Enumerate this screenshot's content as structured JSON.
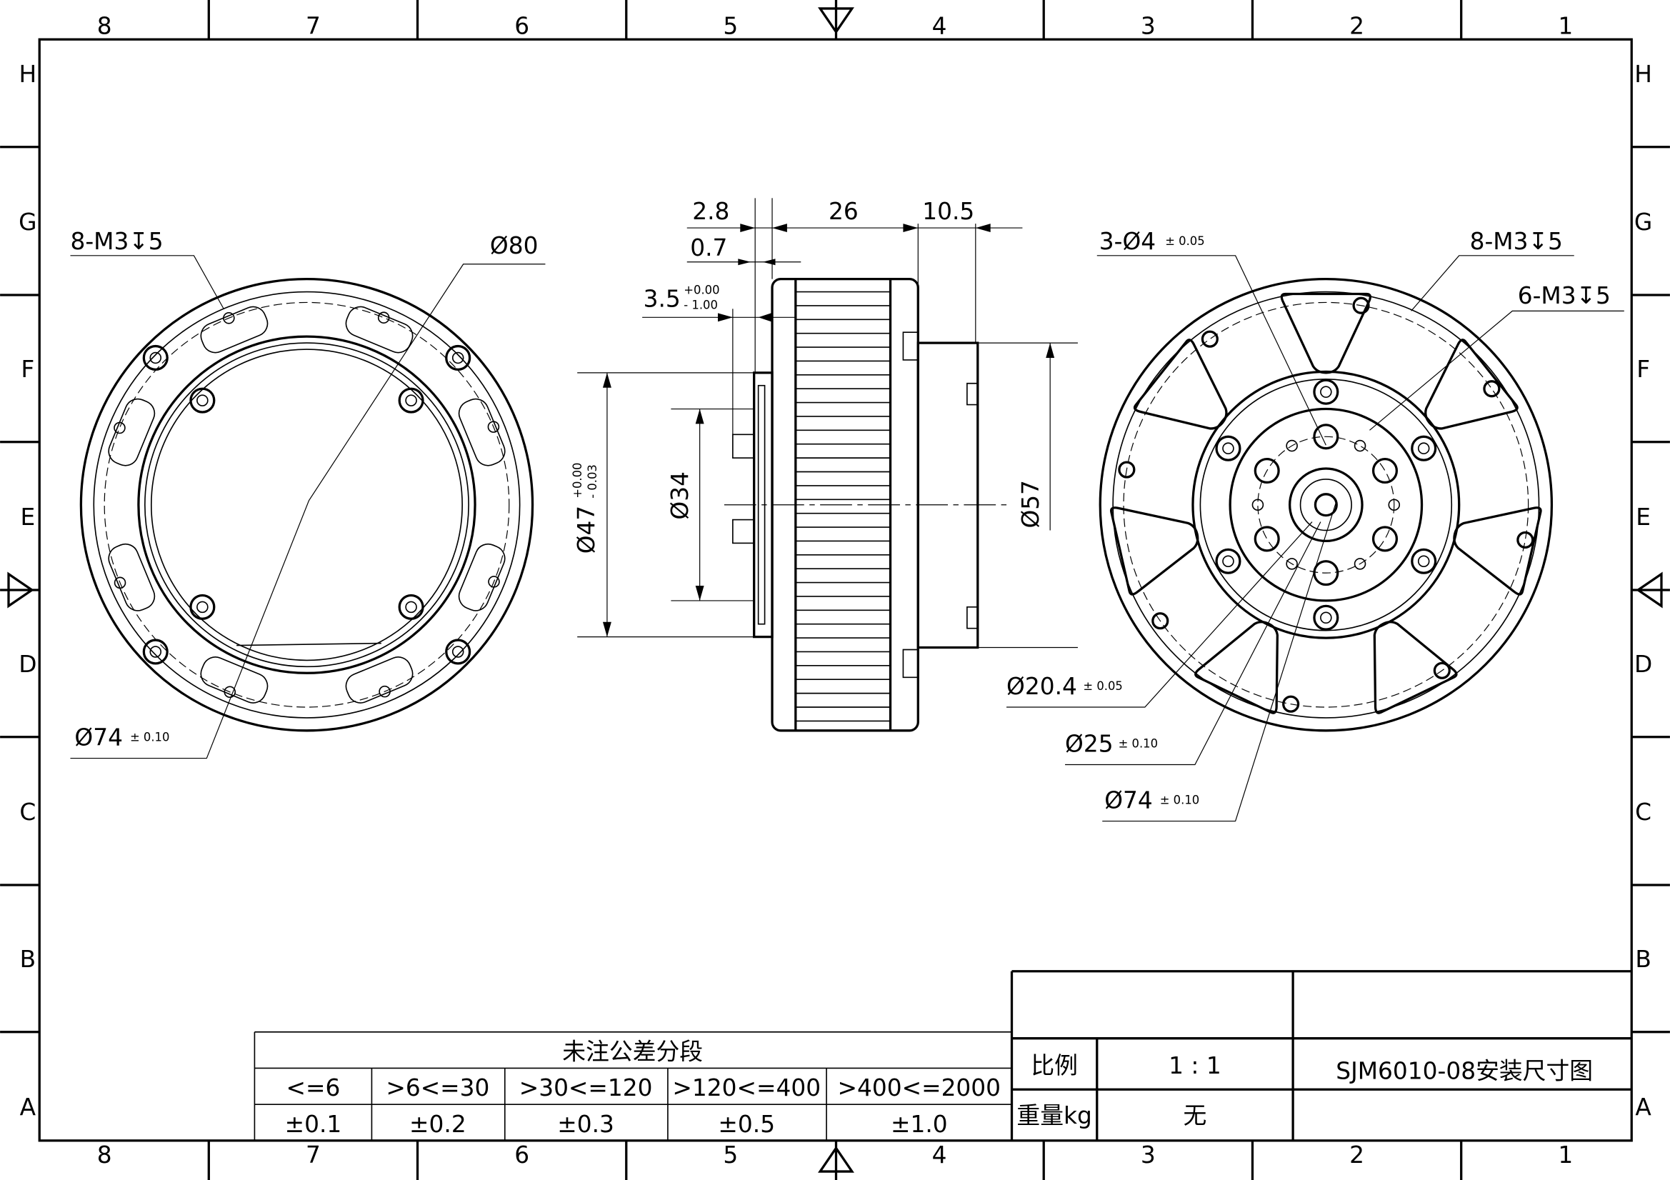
{
  "frame": {
    "zones_columns": [
      "8",
      "7",
      "6",
      "5",
      "4",
      "3",
      "2",
      "1"
    ],
    "zones_rows": [
      "H",
      "G",
      "F",
      "E",
      "D",
      "C",
      "B",
      "A"
    ]
  },
  "left_view": {
    "thread_label": "8-M3↧5",
    "outer_dia": "Ø80",
    "bolt_circle": "Ø74",
    "bolt_circle_tol": "± 0.10"
  },
  "side_view": {
    "dim_2_8": "2.8",
    "dim_0_7": "0.7",
    "dim_3_5": "3.5",
    "dim_3_5_upper": "+0.00",
    "dim_3_5_lower": "- 1.00",
    "dim_26": "26",
    "dim_10_5": "10.5",
    "dim_47": "Ø47",
    "dim_47_upper": "+0.00",
    "dim_47_lower": "- 0.03",
    "dim_34": "Ø34",
    "dim_57": "Ø57"
  },
  "right_view": {
    "holes_label": "3-Ø4",
    "holes_tol": "± 0.05",
    "thread_label_1": "8-M3↧5",
    "thread_label_2": "6-M3↧5",
    "dia_20_4": "Ø20.4",
    "dia_20_4_tol": "± 0.05",
    "dia_25": "Ø25",
    "dia_25_tol": "± 0.10",
    "dia_74": "Ø74",
    "dia_74_tol": "± 0.10"
  },
  "tolerance_table": {
    "title": "未注公差分段",
    "ranges": [
      "<=6",
      ">6<=30",
      ">30<=120",
      ">120<=400",
      ">400<=2000"
    ],
    "tolerances": [
      "±0.1",
      "±0.2",
      "±0.3",
      "±0.5",
      "±1.0"
    ]
  },
  "title_block": {
    "scale_label": "比例",
    "scale_value": "1 : 1",
    "weight_label": "重量kg",
    "weight_value": "无",
    "drawing_title": "SJM6010-08安装尺寸图"
  }
}
